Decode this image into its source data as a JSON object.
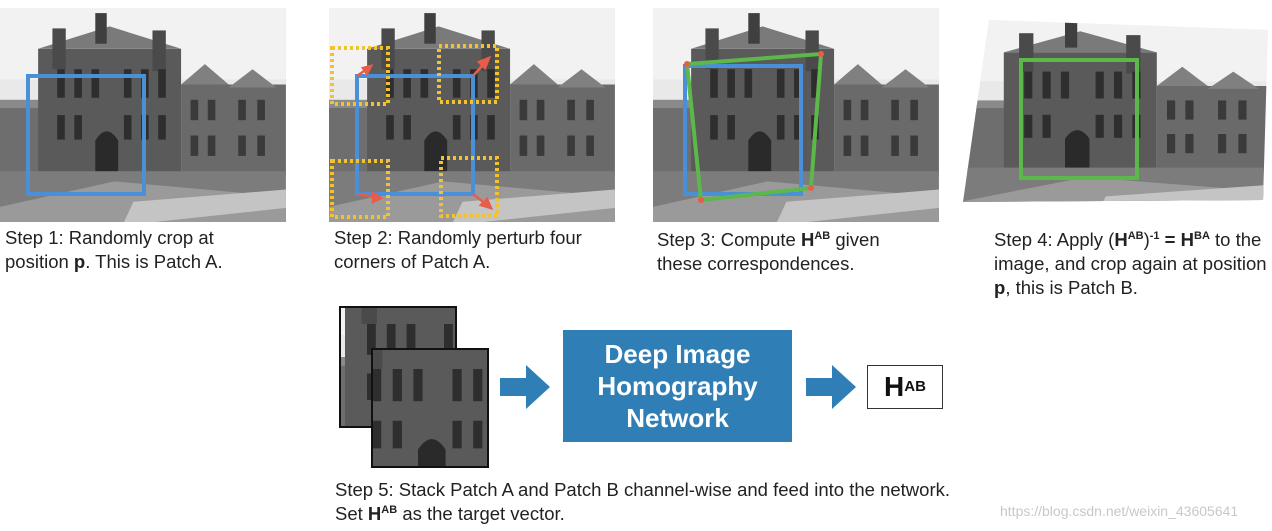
{
  "steps": [
    {
      "pre": "Step 1: Randomly crop at position ",
      "bold": "p",
      "post": ". This is Patch A."
    },
    {
      "text": "Step 2: Randomly perturb four corners of Patch A."
    },
    {
      "pre": "Step 3: Compute ",
      "bold": "H",
      "sup": "AB",
      "post": " given these correspondences."
    },
    {
      "pre": "Step 4: Apply (",
      "bold": "H",
      "sup": "AB",
      "mid": ")",
      "sup2": "-1",
      "mid2": " = ",
      "bold2": "H",
      "sup3": "BA",
      "post": " to the image, and crop again at position ",
      "bold3": "p",
      "post2": ", this is Patch B."
    },
    {
      "pre": "Step 5: Stack Patch A and Patch B channel-wise and feed into the network. Set ",
      "bold": "H",
      "sup": "AB",
      "post": " as the target vector."
    }
  ],
  "network": {
    "line1": "Deep Image",
    "line2": "Homography",
    "line3": "Network"
  },
  "output": {
    "main": "H",
    "sup": "AB"
  },
  "watermark": "https://blog.csdn.net/weixin_43605641",
  "colors": {
    "patch_a": "#4a90d9",
    "perturb": "#f2c230",
    "arrow": "#e85c4a",
    "homography": "#5cb84a",
    "network": "#2f7fb6",
    "flow_arrow": "#2f7fb6"
  }
}
